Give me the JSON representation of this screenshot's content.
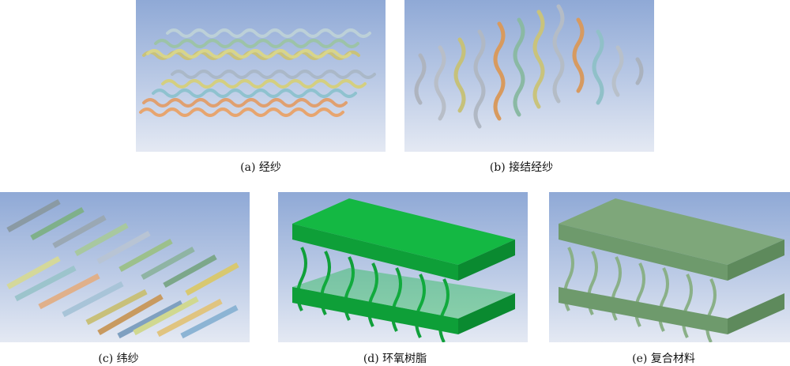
{
  "figure": {
    "panels": [
      {
        "id": "a",
        "caption": "(a) 经纱"
      },
      {
        "id": "b",
        "caption": "(b) 接结经纱"
      },
      {
        "id": "c",
        "caption": "(c) 纬纱"
      },
      {
        "id": "d",
        "caption": "(d) 环氧树脂"
      },
      {
        "id": "e",
        "caption": "(e) 复合材料"
      }
    ],
    "colors": {
      "resin_green": "#0fa83a",
      "composite_green": "#7fa878",
      "background_top": "#8fa9d6",
      "background_bottom": "#e4e9f3"
    }
  }
}
